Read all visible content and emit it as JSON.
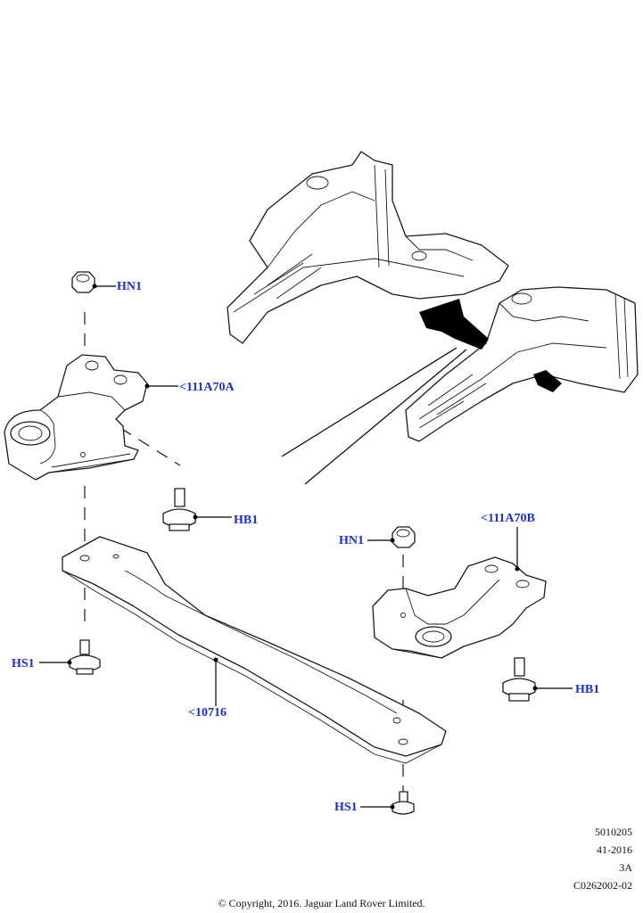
{
  "callouts": {
    "hn1_left": "HN1",
    "part_111a70a": "<111A70A",
    "hb1_left": "HB1",
    "hn1_right": "HN1",
    "part_111a70b": "<111A70B",
    "hb1_right": "HB1",
    "hs1_left": "HS1",
    "part_10716": "<10716",
    "hs1_bottom": "HS1"
  },
  "meta": {
    "code": "5010205",
    "date": "41-2016",
    "rev": "3A",
    "illustration_id": "C0262002-02"
  },
  "copyright": "© Copyright, 2016. Jaguar Land Rover Limited.",
  "colors": {
    "callout_text": "#1b2fd0",
    "line": "#1a1a1a"
  }
}
